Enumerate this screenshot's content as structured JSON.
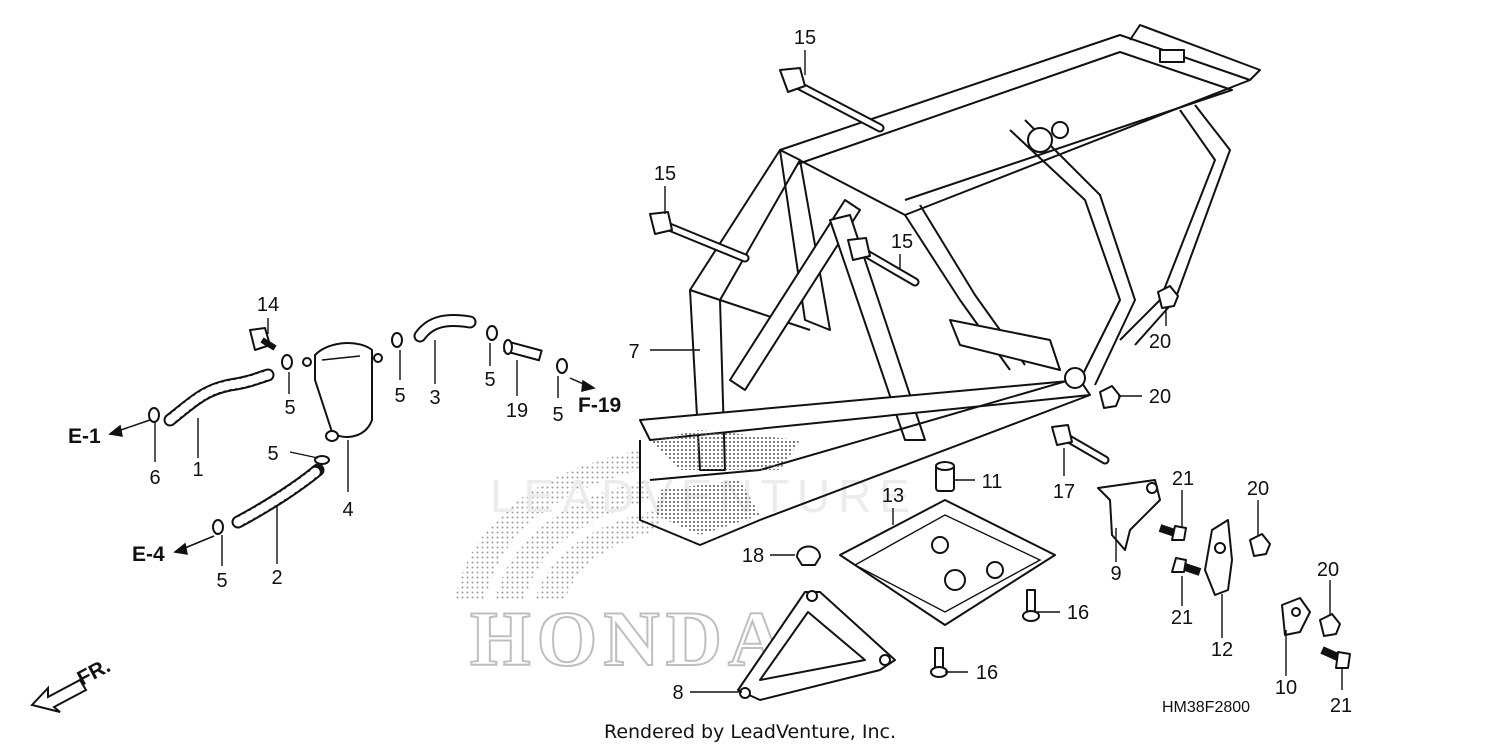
{
  "callouts": [
    {
      "id": "c15a",
      "text": "15"
    },
    {
      "id": "c15b",
      "text": "15"
    },
    {
      "id": "c15c",
      "text": "15"
    },
    {
      "id": "c14",
      "text": "14"
    },
    {
      "id": "c7",
      "text": "7"
    },
    {
      "id": "c20a",
      "text": "20"
    },
    {
      "id": "c20b",
      "text": "20"
    },
    {
      "id": "c20c",
      "text": "20"
    },
    {
      "id": "c20d",
      "text": "20"
    },
    {
      "id": "c5a",
      "text": "5"
    },
    {
      "id": "c5b",
      "text": "5"
    },
    {
      "id": "c5c",
      "text": "5"
    },
    {
      "id": "c5d",
      "text": "5"
    },
    {
      "id": "c5e",
      "text": "5"
    },
    {
      "id": "c5f",
      "text": "5"
    },
    {
      "id": "c3",
      "text": "3"
    },
    {
      "id": "c19",
      "text": "19"
    },
    {
      "id": "c6",
      "text": "6"
    },
    {
      "id": "c1",
      "text": "1"
    },
    {
      "id": "c4",
      "text": "4"
    },
    {
      "id": "c2",
      "text": "2"
    },
    {
      "id": "c11",
      "text": "11"
    },
    {
      "id": "c13",
      "text": "13"
    },
    {
      "id": "c17",
      "text": "17"
    },
    {
      "id": "c21a",
      "text": "21"
    },
    {
      "id": "c21b",
      "text": "21"
    },
    {
      "id": "c21c",
      "text": "21"
    },
    {
      "id": "c9",
      "text": "9"
    },
    {
      "id": "c12",
      "text": "12"
    },
    {
      "id": "c10",
      "text": "10"
    },
    {
      "id": "c18",
      "text": "18"
    },
    {
      "id": "c16a",
      "text": "16"
    },
    {
      "id": "c16b",
      "text": "16"
    },
    {
      "id": "c8",
      "text": "8"
    }
  ],
  "refs": {
    "e1": "E-1",
    "e4": "E-4",
    "f19": "F-19",
    "fr": "FR."
  },
  "watermark": {
    "brand": "HONDA",
    "dealer": "LEADVENTURE"
  },
  "diagram_code": "HM38F2800",
  "footer": "Rendered by LeadVenture, Inc."
}
